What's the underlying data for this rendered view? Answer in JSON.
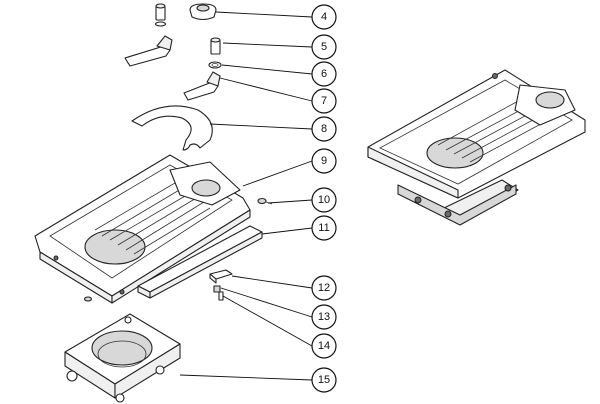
{
  "callouts": [
    {
      "id": "c4",
      "label": "4"
    },
    {
      "id": "c5",
      "label": "5"
    },
    {
      "id": "c6",
      "label": "6"
    },
    {
      "id": "c7",
      "label": "7"
    },
    {
      "id": "c8",
      "label": "8"
    },
    {
      "id": "c9",
      "label": "9"
    },
    {
      "id": "c10",
      "label": "10"
    },
    {
      "id": "c11",
      "label": "11"
    },
    {
      "id": "c12",
      "label": "12"
    },
    {
      "id": "c13",
      "label": "13"
    },
    {
      "id": "c14",
      "label": "14"
    },
    {
      "id": "c15",
      "label": "15"
    }
  ],
  "colors": {
    "line": "#222222",
    "background": "#ffffff",
    "shade": "#d8d8d8"
  }
}
